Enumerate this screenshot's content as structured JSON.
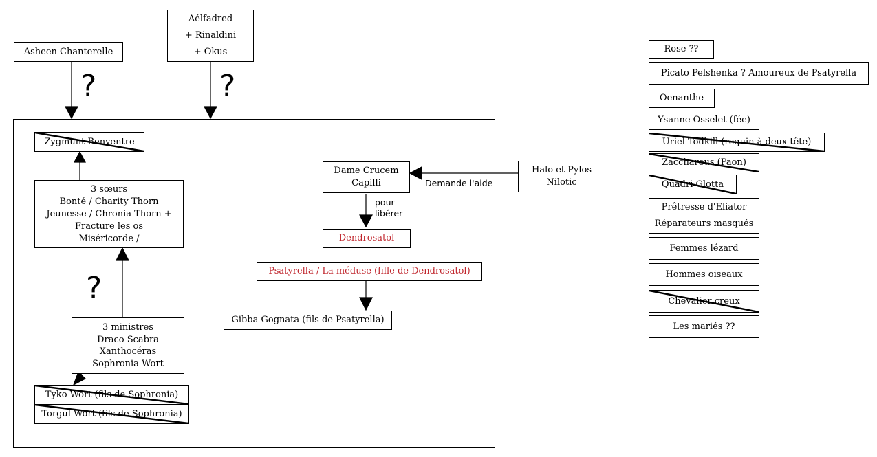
{
  "top_sources": {
    "asheen": "Asheen Chanterelle",
    "aelfadred": [
      "Aélfadred",
      "+ Rinaldini",
      "+ Okus"
    ]
  },
  "question_mark": "?",
  "left_column": {
    "zygmunt": "Zygmunt Benventre",
    "soeurs": [
      "3 sœurs",
      "Bonté / Charity Thorn",
      "Jeunesse / Chronia Thorn +",
      "Fracture les os",
      "Miséricorde /"
    ],
    "ministres": [
      "3 ministres",
      "Draco Scabra",
      "Xanthocéras",
      "Sophronia Wort"
    ],
    "tyko": "Tyko Wort (fils de Sophronia)",
    "torgul": "Torgul Wort (fils de Sophronia)"
  },
  "center": {
    "dame": [
      "Dame Crucem",
      "Capilli"
    ],
    "halo": [
      "Halo et Pylos",
      "Nilotic"
    ],
    "demande_label": "Demande l'aide",
    "pour_liberer": [
      "pour",
      "libérer"
    ],
    "dendrosatol": "Dendrosatol",
    "psatyrella": "Psatyrella / La méduse (fille de Dendrosatol)",
    "gibba": "Gibba Gognata (fils de Psatyrella)"
  },
  "right_list": {
    "rose": "Rose ??",
    "picato": "Picato Pelshenka ? Amoureux de Psatyrella",
    "oenanthe": "Oenanthe",
    "ysanne": "Ysanne Osselet (fée)",
    "uriel": "Uriel Todkill (requin à deux tête)",
    "zacchareus": "Zacchareus (Paon)",
    "quadri": "Quadri Glotta",
    "pretresse": [
      "Prêtresse d'Eliator",
      "Réparateurs masqués"
    ],
    "femmes": "Femmes lézard",
    "hommes": "Hommes oiseaux",
    "chevalier": "Chevalier creux",
    "maries": "Les mariés ??"
  },
  "colors": {
    "line": "#000000",
    "red_text": "#c0262d"
  }
}
